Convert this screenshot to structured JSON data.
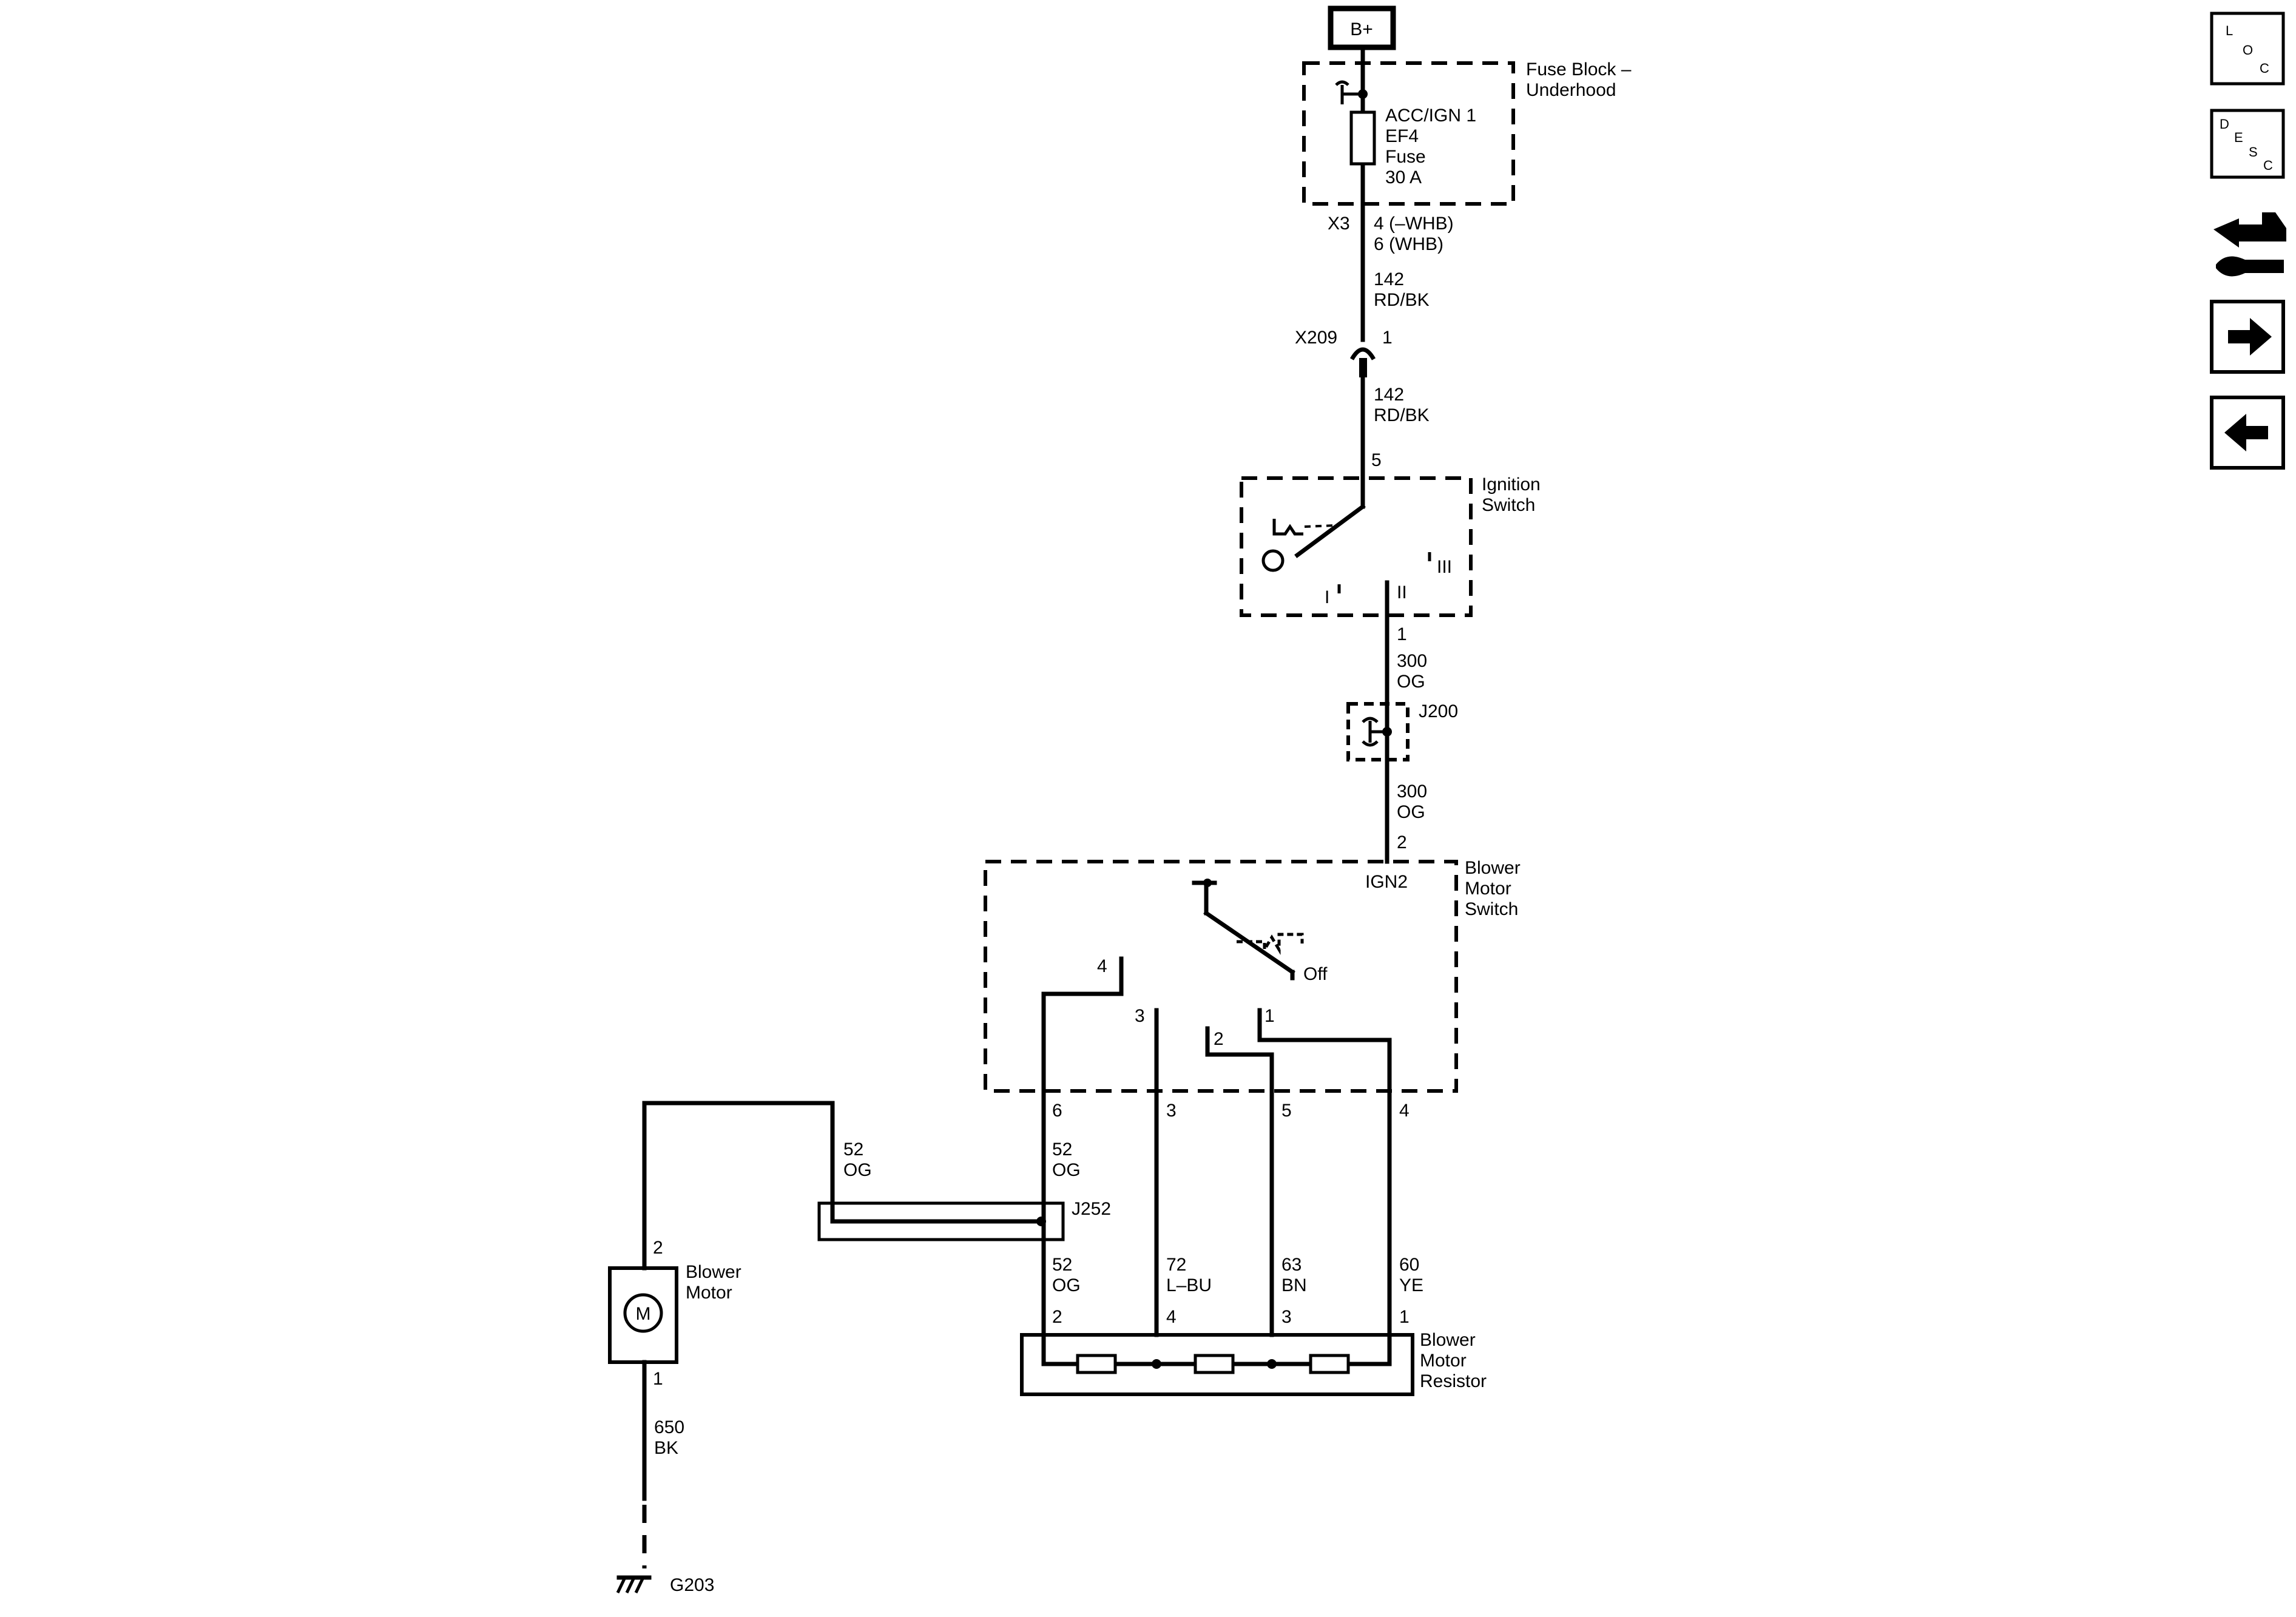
{
  "power": {
    "bplus": "B+"
  },
  "fuse_block": {
    "title_1": "Fuse Block –",
    "title_2": "Underhood",
    "fuse_1": "ACC/IGN 1",
    "fuse_2": "EF4",
    "fuse_3": "Fuse",
    "fuse_4": "30 A",
    "connector": "X3",
    "pin_1": "4 (–WHB)",
    "pin_2": "6 (WHB)"
  },
  "wire_142_a": {
    "circuit": "142",
    "color": "RD/BK"
  },
  "inline_x209": {
    "name": "X209",
    "pin": "1"
  },
  "wire_142_b": {
    "circuit": "142",
    "color": "RD/BK"
  },
  "ignition_switch": {
    "title_1": "Ignition",
    "title_2": "Switch",
    "pin_in": "5",
    "pos_1": "I",
    "pos_2": "II",
    "pos_3": "III",
    "pin_out": "1"
  },
  "wire_300_a": {
    "circuit": "300",
    "color": "OG"
  },
  "splice_j200": {
    "name": "J200"
  },
  "wire_300_b": {
    "circuit": "300",
    "color": "OG"
  },
  "blower_switch": {
    "title_1": "Blower",
    "title_2": "Motor",
    "title_3": "Switch",
    "pin_in": "2",
    "ign_label": "IGN2",
    "off_label": "Off",
    "contact_4": "4",
    "contact_3": "3",
    "contact_2": "2",
    "contact_1": "1",
    "out_6": "6",
    "out_3": "3",
    "out_5": "5",
    "out_4": "4"
  },
  "wire_52_left": {
    "circuit": "52",
    "color": "OG"
  },
  "wire_52_top": {
    "circuit": "52",
    "color": "OG"
  },
  "splice_j252": {
    "name": "J252"
  },
  "wire_52_bottom": {
    "circuit": "52",
    "color": "OG"
  },
  "wire_72": {
    "circuit": "72",
    "color": "L–BU"
  },
  "wire_63": {
    "circuit": "63",
    "color": "BN"
  },
  "wire_60": {
    "circuit": "60",
    "color": "YE"
  },
  "resistor": {
    "title_1": "Blower",
    "title_2": "Motor",
    "title_3": "Resistor",
    "pin_2": "2",
    "pin_4": "4",
    "pin_3": "3",
    "pin_1": "1"
  },
  "blower_motor": {
    "title_1": "Blower",
    "title_2": "Motor",
    "symbol": "M",
    "pin_top": "2",
    "pin_bottom": "1"
  },
  "wire_650": {
    "circuit": "650",
    "color": "BK"
  },
  "ground": {
    "name": "G203"
  },
  "nav": {
    "loc": {
      "l": "L",
      "o": "O",
      "c": "C"
    },
    "desc": {
      "d": "D",
      "e": "E",
      "s": "S",
      "c": "C"
    },
    "connector_icon": "connector-tool-icon",
    "next_icon": "arrow-right-icon",
    "prev_icon": "arrow-left-icon"
  }
}
